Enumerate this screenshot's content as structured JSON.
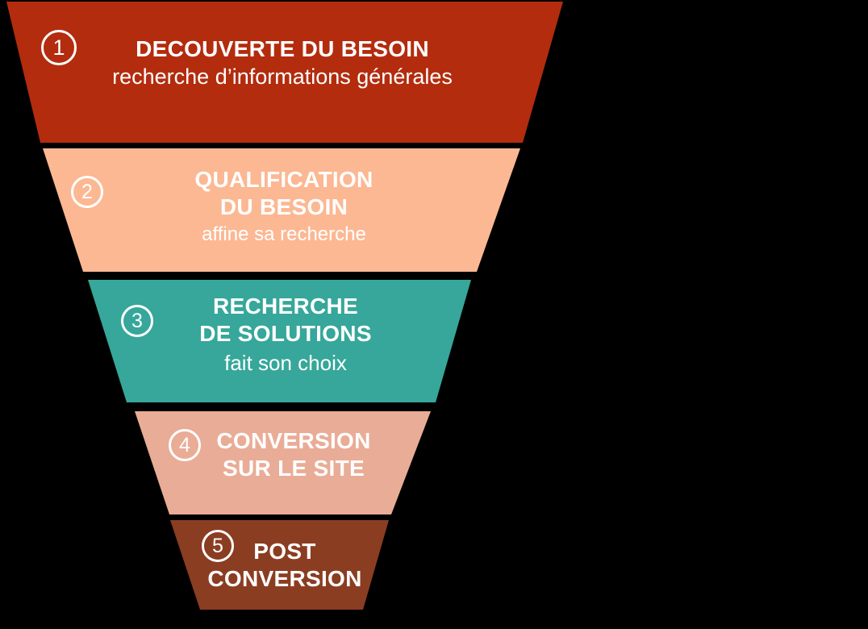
{
  "background_color": "#000000",
  "text_color": "#ffffff",
  "funnel": {
    "stages": [
      {
        "number": "1",
        "title_lines": [
          "DECOUVERTE DU BESOIN"
        ],
        "subtitle": "recherche d’informations générales",
        "color": "#b32c0e"
      },
      {
        "number": "2",
        "title_lines": [
          "QUALIFICATION",
          "DU BESOIN"
        ],
        "subtitle": "affine sa recherche",
        "color": "#fbb893"
      },
      {
        "number": "3",
        "title_lines": [
          "RECHERCHE",
          "DE SOLUTIONS"
        ],
        "subtitle": "fait son choix",
        "color": "#36a79a"
      },
      {
        "number": "4",
        "title_lines": [
          "CONVERSION",
          "SUR LE SITE"
        ],
        "color": "#e9ac96"
      },
      {
        "number": "5",
        "title_lines": [
          "POST",
          "CONVERSION"
        ],
        "color": "#8b3d22"
      }
    ]
  }
}
